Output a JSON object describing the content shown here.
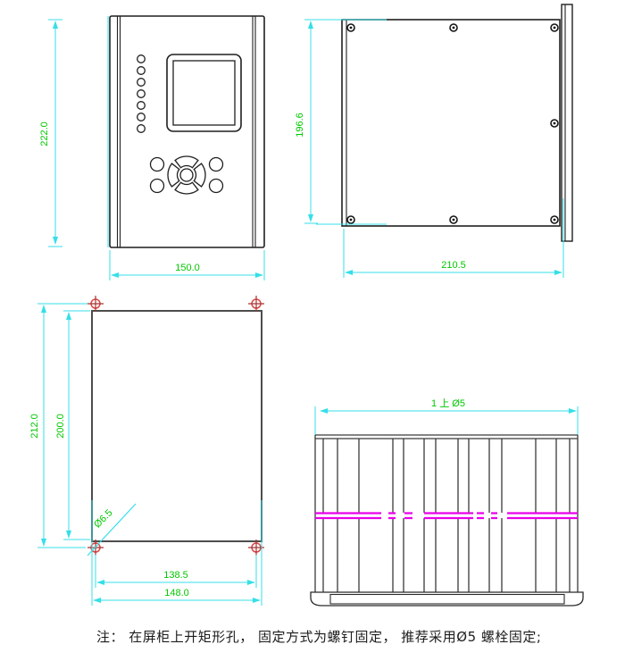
{
  "note": {
    "text": "注： 在屏柜上开矩形孔， 固定方式为螺钉固定， 推荐采用Ø5 螺栓固定;"
  },
  "views": {
    "front": {
      "height_dim": "222.0",
      "width_dim": "150.0",
      "led_count": 7
    },
    "side": {
      "height_dim": "196.6",
      "width_dim": "210.5",
      "screw_count": 7
    },
    "cutout": {
      "outer_height_dim": "212.0",
      "inner_height_dim": "200.0",
      "hole_dia_dim": "Ø6.5",
      "inner_width_dim": "138.5",
      "outer_width_dim": "148.0",
      "mounting_hole_count": 4
    },
    "rear": {
      "width_dim": "1 上 Ø5"
    }
  },
  "colors": {
    "dimension_line": "#35dfe8",
    "dimension_text": "#00c800",
    "drawing_line": "#1f1f1f",
    "cutout_line": "#4d4d4d",
    "mounting_hole": "#e04545",
    "terminal_strip": "#ea00ea",
    "background": "#ffffff"
  }
}
